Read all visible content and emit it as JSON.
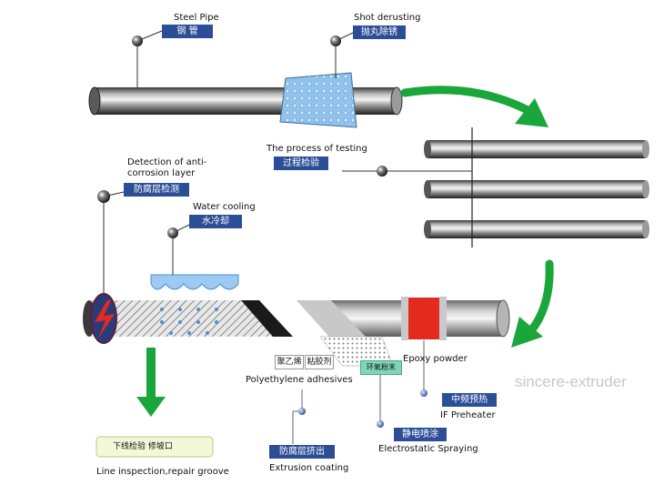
{
  "labels": {
    "steel_pipe": {
      "en": "Steel Pipe",
      "cn": "钢 管"
    },
    "shot_derusting": {
      "en": "Shot derusting",
      "cn": "抛丸除锈"
    },
    "testing": {
      "en": "The process of testing",
      "cn": "过程检验"
    },
    "anticorrosion": {
      "en_1": "Detection of anti-",
      "en_2": "corrosion layer",
      "cn": "防腐层检测"
    },
    "water_cooling": {
      "en": "Water cooling",
      "cn": "水冷却"
    },
    "polyethylene": {
      "cn": "聚乙烯"
    },
    "adhesive": {
      "cn": "粘胶剂",
      "en": "Polyethylene adhesives"
    },
    "epoxy": {
      "cn": "环氧粉末",
      "en": "Epoxy powder"
    },
    "if_preheater": {
      "en": "IF Preheater",
      "cn": "中频预热"
    },
    "electrostatic": {
      "en": "Electrostatic Spraying",
      "cn": "静电喷涂"
    },
    "extrusion": {
      "en": "Extrusion coating",
      "cn": "防腐层挤出"
    },
    "line_inspection": {
      "en": "Line inspection,repair groove",
      "cn": "下线检验  修坡口"
    }
  },
  "watermark": "sincere-extruder",
  "colors": {
    "label_bg": "#2c4e97",
    "arrow_green": "#1aa63a",
    "preheater_red": "#e42a1f",
    "water_blue": "#4a8fd8"
  }
}
